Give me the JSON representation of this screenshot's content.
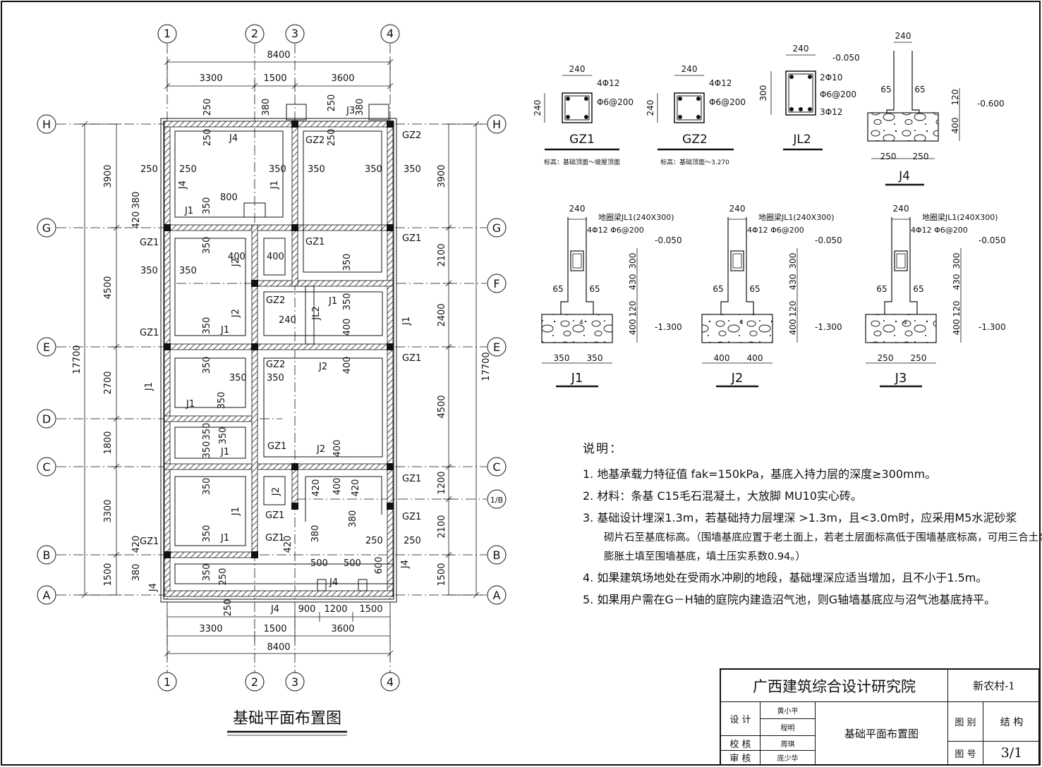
{
  "drawing": {
    "title": "基础平面布置图",
    "axis_cols": [
      "1",
      "2",
      "3",
      "4"
    ],
    "axis_rows": [
      "A",
      "B",
      "1/B",
      "C",
      "D",
      "E",
      "F",
      "G",
      "H"
    ],
    "top_dims": {
      "total": "8400",
      "seg1": "3300",
      "seg2": "1500",
      "seg3": "3600"
    },
    "bottom_dims": {
      "total": "8400",
      "seg1": "3300",
      "seg2": "1500",
      "seg3": "3600",
      "s1": "900",
      "s2": "1200",
      "s3": "1500"
    },
    "left_dims": {
      "total": "17700",
      "h1": "3900",
      "h2": "4500",
      "h3": "2700",
      "h4": "1800",
      "h5": "3300",
      "h6": "1500"
    },
    "right_dims": {
      "total": "17700",
      "r1": "3900",
      "r2": "2100",
      "r3": "2400",
      "r4": "4500",
      "r5": "1200",
      "r6": "2100",
      "r7": "1500"
    },
    "labels": {
      "j1": "J1",
      "j2": "J2",
      "j3": "J3",
      "j4": "J4",
      "jl2": "JL2",
      "gz1": "GZ1",
      "gz2": "GZ2",
      "d250": "250",
      "d350": "350",
      "d380": "380",
      "d400": "400",
      "d420": "420",
      "d240": "240",
      "d500": "500",
      "d600": "600",
      "d800": "800"
    }
  },
  "details": {
    "gz1": {
      "name": "GZ1",
      "w": "240",
      "h": "240",
      "bars": "4Φ12",
      "stir": "Φ6@200",
      "note": "标高：基础顶面～坡屋顶面"
    },
    "gz2": {
      "name": "GZ2",
      "w": "240",
      "h": "240",
      "bars": "4Φ12",
      "stir": "Φ6@200",
      "note": "标高：基础顶面～3.270"
    },
    "jl2": {
      "name": "JL2",
      "w": "240",
      "h": "300",
      "top": "2Φ10",
      "stir": "Φ6@200",
      "bot": "3Φ12",
      "elev": "-0.050"
    },
    "j4": {
      "name": "J4",
      "w": "240",
      "b1": "250",
      "b2": "250",
      "o1": "65",
      "o2": "65",
      "h1": "120",
      "h2": "400",
      "elev": "-0.600"
    },
    "strips": [
      {
        "name": "J1",
        "b1": "350",
        "b2": "350"
      },
      {
        "name": "J2",
        "b1": "400",
        "b2": "400"
      },
      {
        "name": "J3",
        "b1": "250",
        "b2": "250"
      }
    ],
    "strip_common": {
      "w": "240",
      "beam": "地圈梁JL1(240X300)",
      "reinf": "4Φ12 Φ6@200",
      "e1": "-0.050",
      "e2": "-1.300",
      "o1": "65",
      "o2": "65",
      "h300": "300",
      "h430": "430",
      "h120": "120",
      "h400": "400",
      "four": "4"
    }
  },
  "notes": {
    "heading": "说明：",
    "items": [
      "1.  地基承载力特征值  fak=150kPa，基底入持力层的深度≥300mm。",
      "2.  材料：条基 C15毛石混凝土，大放脚 MU10实心砖。",
      "3.  基础设计埋深1.3m，若基础持力层埋深 >1.3m，且<3.0m时，应采用M5水泥砂浆",
      "砌片石至基底标高。（围墙基底应置于老土面上，若老土层面标高低于围墙基底标高，可用三合土或非",
      "膨胀土填至围墙基底，填土压实系数0.94。）",
      "4. 如果建筑场地处在受雨水冲刷的地段，基础埋深应适当增加，且不小于1.5m。",
      "5. 如果用户需在G－H轴的庭院内建造沼气池，则G轴墙基底应与沼气池基底持平。"
    ]
  },
  "title_block": {
    "institute": "广西建筑综合设计研究院",
    "project": "新农村-1",
    "sheet_name": "基础平面布置图",
    "design_label": "设 计",
    "design_names": [
      "黄小平",
      "程明"
    ],
    "check_label": "校 核",
    "check_name": "周琪",
    "review_label": "审 核",
    "review_name": "庞少华",
    "category_label": "图 别",
    "category": "结 构",
    "number_label": "图 号",
    "number": "3/1"
  }
}
